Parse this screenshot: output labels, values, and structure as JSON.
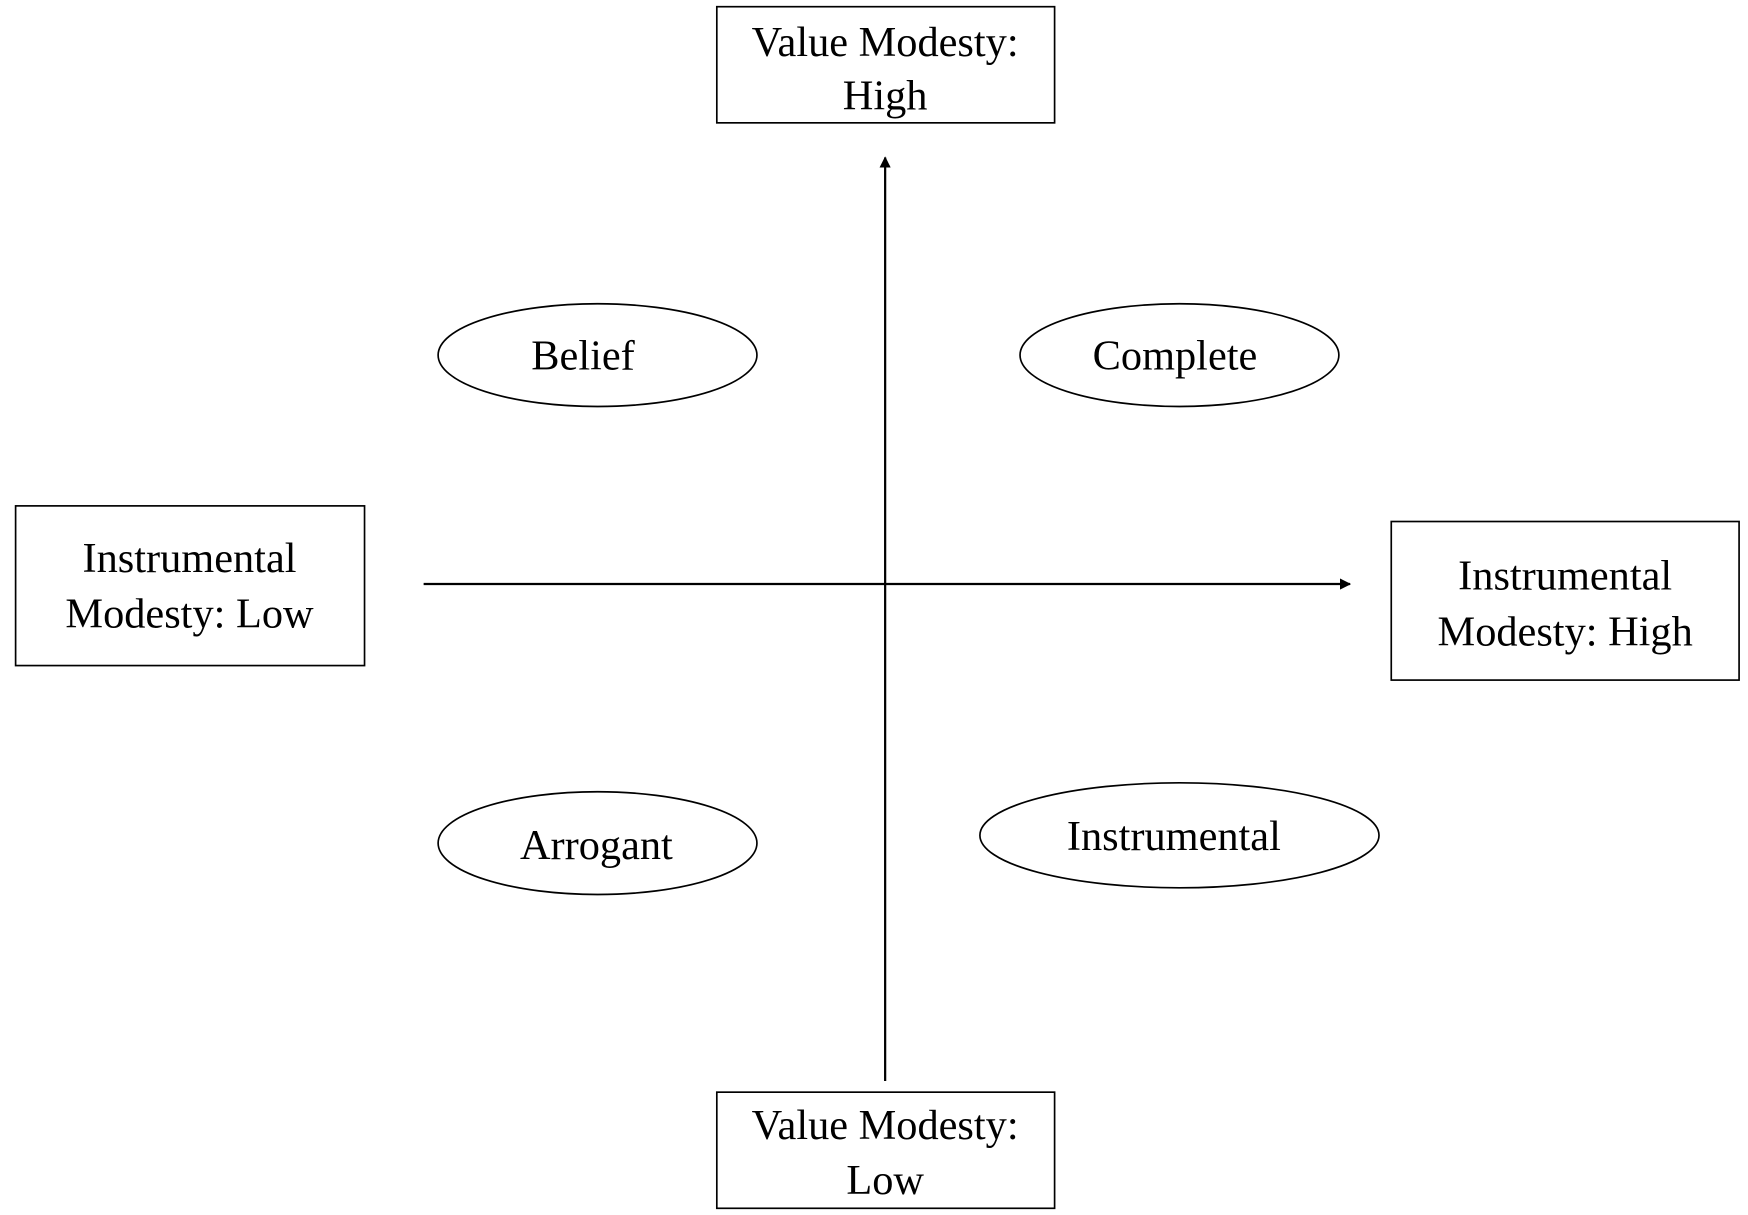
{
  "axes": {
    "top": {
      "line1": "Value Modesty:",
      "line2": "High"
    },
    "bottom": {
      "line1": "Value Modesty:",
      "line2": "Low"
    },
    "left": {
      "line1": "Instrumental",
      "line2": "Modesty: Low"
    },
    "right": {
      "line1": "Instrumental",
      "line2": "Modesty: High"
    }
  },
  "quadrants": {
    "top_left": "Belief",
    "top_right": "Complete",
    "bottom_left": "Arrogant",
    "bottom_right": "Instrumental"
  },
  "colors": {
    "stroke": "#000000",
    "background": "#ffffff"
  }
}
